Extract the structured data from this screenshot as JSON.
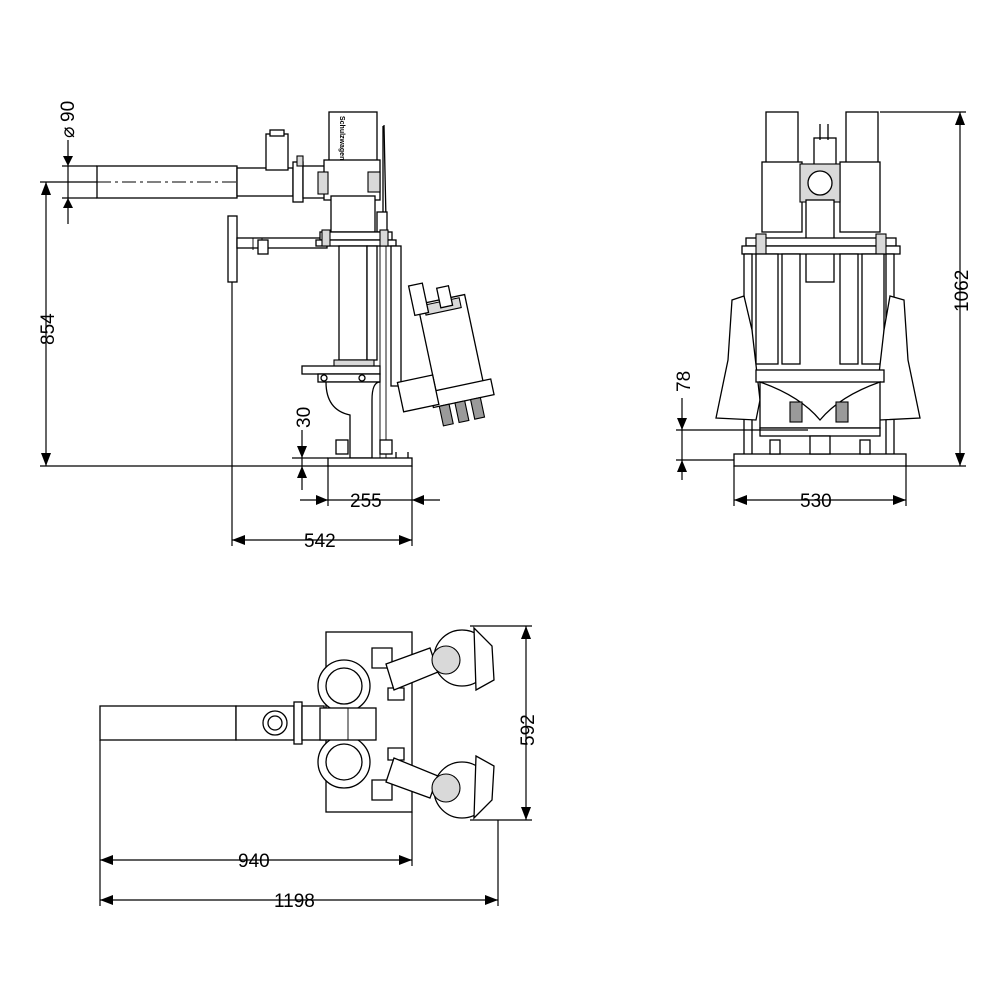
{
  "dimensions": {
    "pipe_diameter": "90",
    "diameter_symbol": "⌀",
    "inlet_height": "854",
    "bottom_clearance": "30",
    "base_width_side": "255",
    "overall_depth_side": "542",
    "overall_height_front": "1062",
    "float_height_front": "78",
    "base_width_front": "530",
    "plan_width": "592",
    "plan_inlet_length": "940",
    "plan_overall_length": "1198"
  },
  "branding": {
    "pump_label": "Schulzwagen"
  }
}
